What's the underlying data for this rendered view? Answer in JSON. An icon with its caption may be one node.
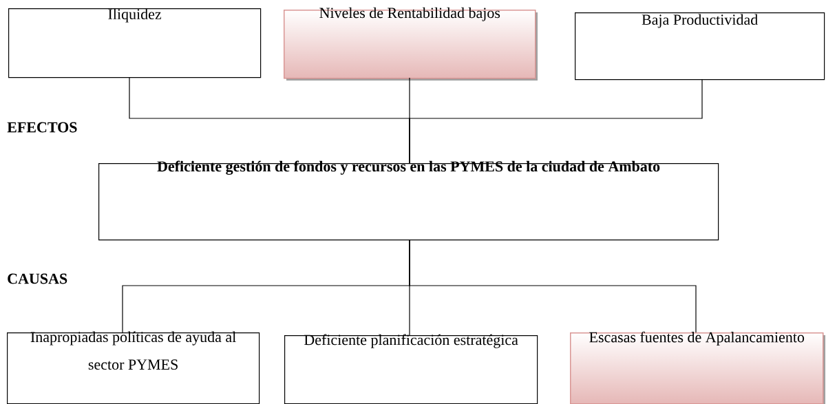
{
  "diagram": {
    "nodes": [
      {
        "text": [
          "Iliquidez"
        ]
      },
      {
        "text": [
          "Niveles de Rentabilidad bajos"
        ]
      },
      {
        "text": [
          "Baja Productividad"
        ]
      },
      {
        "text": [
          "Deficiente gestión de fondos y recursos en las PYMES de la ciudad de Ambato"
        ]
      },
      {
        "text": [
          "Inapropiadas políticas de ayuda al sector PYMES"
        ]
      },
      {
        "text": [
          "Deficiente planificación estratégica"
        ]
      },
      {
        "text": [
          "Escasas fuentes de Apalancamiento"
        ]
      }
    ],
    "edges": [
      {
        "from": 0,
        "to": 3,
        "arrow": "none"
      },
      {
        "from": 1,
        "to": 3,
        "arrow": "none"
      },
      {
        "from": 2,
        "to": 3,
        "arrow": "none"
      },
      {
        "from": 3,
        "to": 4,
        "arrow": "none"
      },
      {
        "from": 3,
        "to": 5,
        "arrow": "none"
      },
      {
        "from": 3,
        "to": 6,
        "arrow": "none"
      }
    ],
    "labels": [
      "EFECTOS",
      "CAUSAS"
    ]
  }
}
